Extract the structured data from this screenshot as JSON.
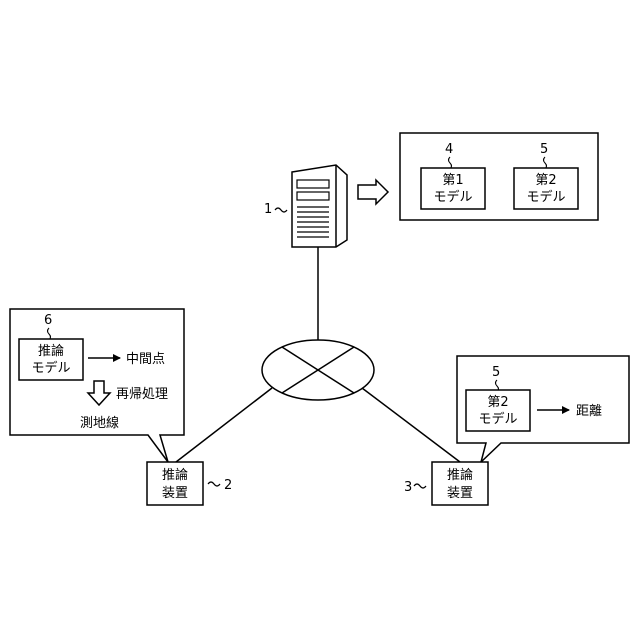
{
  "server": {
    "ref": "1"
  },
  "model_panel": {
    "model1": {
      "ref": "4",
      "line1": "第1",
      "line2": "モデル"
    },
    "model2": {
      "ref": "5",
      "line1": "第2",
      "line2": "モデル"
    }
  },
  "device_a": {
    "ref": "2",
    "line1": "推論",
    "line2": "装置",
    "callout": {
      "model": {
        "ref": "6",
        "line1": "推論",
        "line2": "モデル"
      },
      "output": "中間点",
      "process": "再帰処理",
      "result": "測地線"
    }
  },
  "device_b": {
    "ref": "3",
    "line1": "推論",
    "line2": "装置",
    "callout": {
      "model": {
        "ref": "5",
        "line1": "第2",
        "line2": "モデル"
      },
      "output": "距離"
    }
  }
}
